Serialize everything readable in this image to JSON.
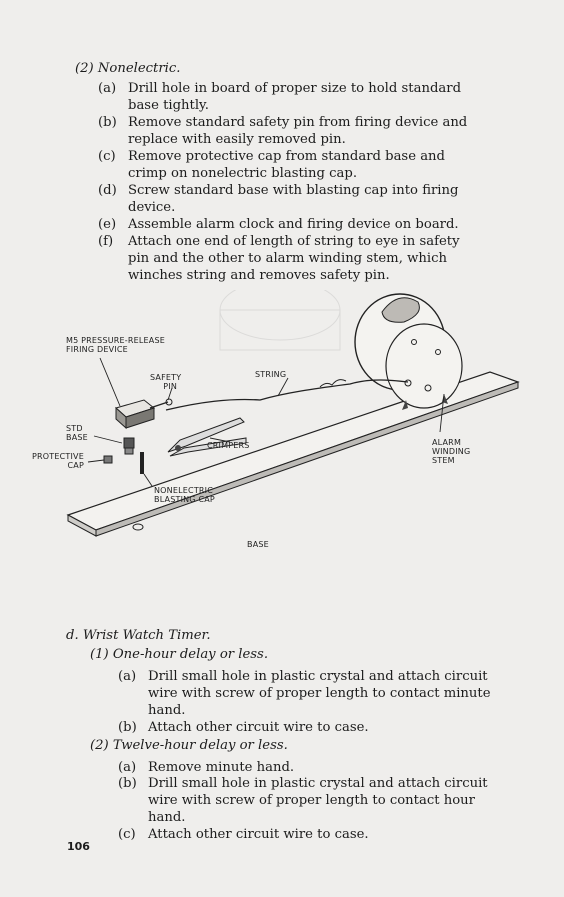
{
  "section_c2": {
    "heading": "(2) Nonelectric.",
    "steps": [
      {
        "marker": "(a)",
        "lines": [
          "Drill hole in board of proper size to hold standard",
          "base tightly."
        ]
      },
      {
        "marker": "(b)",
        "lines": [
          "Remove standard safety pin from firing device and",
          "replace with easily removed pin."
        ]
      },
      {
        "marker": "(c)",
        "lines": [
          "Remove protective cap from standard base and",
          "crimp on nonelectric blasting cap."
        ]
      },
      {
        "marker": "(d)",
        "lines": [
          "Screw standard base with blasting cap into firing",
          "device."
        ]
      },
      {
        "marker": "(e)",
        "lines": [
          "Assemble alarm clock and firing device on board."
        ]
      },
      {
        "marker": "(f)",
        "lines": [
          "Attach one end of length of string to eye in safety",
          "pin and the other to alarm winding stem, which",
          "winches string and removes safety pin."
        ]
      }
    ]
  },
  "figure": {
    "labels": {
      "m5_line1": "M5 PRESSURE-RELEASE",
      "m5_line2": "FIRING DEVICE",
      "safety_line1": "SAFETY",
      "safety_line2": "PIN",
      "string": "STRING",
      "std_line1": "STD",
      "std_line2": "BASE",
      "protective_line1": "PROTECTIVE",
      "protective_line2": "CAP",
      "crimpers": "CRIMPERS",
      "alarm_line1": "ALARM",
      "alarm_line2": "WINDING",
      "alarm_line3": "STEM",
      "nonelectric_line1": "NONELECTRIC",
      "nonelectric_line2": "BLASTING CAP",
      "base": "BASE"
    }
  },
  "section_d": {
    "heading": "d. Wrist Watch Timer.",
    "sub1": {
      "heading": "(1) One-hour delay or less.",
      "steps": [
        {
          "marker": "(a)",
          "lines": [
            "Drill small hole in plastic crystal and attach circuit",
            "wire with screw of proper length to contact minute",
            "hand."
          ]
        },
        {
          "marker": "(b)",
          "lines": [
            "Attach other circuit wire to case."
          ]
        }
      ]
    },
    "sub2": {
      "heading": "(2) Twelve-hour delay or less.",
      "steps": [
        {
          "marker": "(a)",
          "lines": [
            "Remove minute hand."
          ]
        },
        {
          "marker": "(b)",
          "lines": [
            "Drill small hole in plastic crystal and attach circuit",
            "wire with screw of proper length to contact hour",
            "hand."
          ]
        },
        {
          "marker": "(c)",
          "lines": [
            "Attach other circuit wire to case."
          ]
        }
      ]
    }
  },
  "page_number": "106"
}
